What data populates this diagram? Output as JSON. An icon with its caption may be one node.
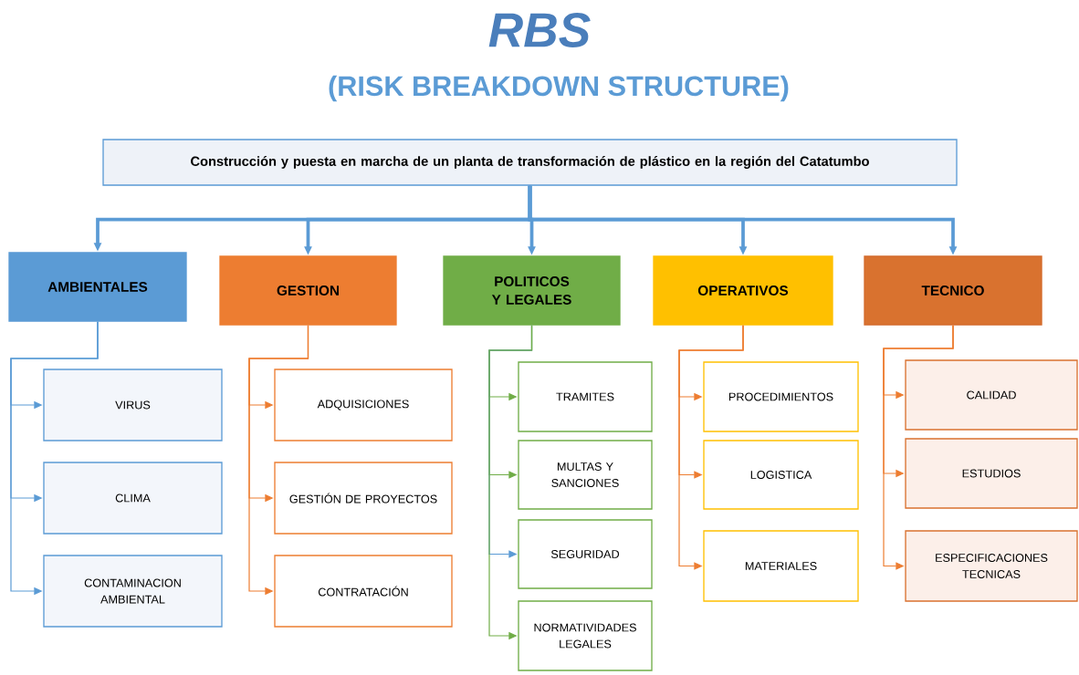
{
  "diagram": {
    "title": "RBS",
    "labels": [
      "(RISK BREAKDOWN STRUCTURE)"
    ],
    "nodes": [
      {
        "text": [
          "Construcción y puesta en marcha de un planta de transformación de plástico en la región del Catatumbo"
        ]
      },
      {
        "text": [
          "AMBIENTALES"
        ]
      },
      {
        "text": [
          "GESTION"
        ]
      },
      {
        "text": [
          "POLITICOS Y LEGALES"
        ]
      },
      {
        "text": [
          "OPERATIVOS"
        ]
      },
      {
        "text": [
          "TECNICO"
        ]
      },
      {
        "text": [
          "VIRUS"
        ]
      },
      {
        "text": [
          "CLIMA"
        ]
      },
      {
        "text": [
          "CONTAMINACION AMBIENTAL"
        ]
      },
      {
        "text": [
          "ADQUISICIONES"
        ]
      },
      {
        "text": [
          "GESTIÓN DE PROYECTOS"
        ]
      },
      {
        "text": [
          "CONTRATACIÓN"
        ]
      },
      {
        "text": [
          "TRAMITES"
        ]
      },
      {
        "text": [
          "MULTAS Y SANCIONES"
        ]
      },
      {
        "text": [
          "SEGURIDAD"
        ]
      },
      {
        "text": [
          "NORMATIVIDADES LEGALES"
        ]
      },
      {
        "text": [
          "PROCEDIMIENTOS"
        ]
      },
      {
        "text": [
          "LOGISTICA"
        ]
      },
      {
        "text": [
          "MATERIALES"
        ]
      },
      {
        "text": [
          "CALIDAD"
        ]
      },
      {
        "text": [
          "ESTUDIOS"
        ]
      },
      {
        "text": [
          "ESPECIFICACIONES TECNICAS"
        ]
      }
    ],
    "edges": [
      {
        "from": 0,
        "to": 1,
        "arrow": "to",
        "style": "thick",
        "color": "#5b9bd5"
      },
      {
        "from": 0,
        "to": 2,
        "arrow": "to",
        "style": "thick",
        "color": "#5b9bd5"
      },
      {
        "from": 0,
        "to": 3,
        "arrow": "to",
        "style": "thick",
        "color": "#5b9bd5"
      },
      {
        "from": 0,
        "to": 4,
        "arrow": "to",
        "style": "thick",
        "color": "#5b9bd5"
      },
      {
        "from": 0,
        "to": 5,
        "arrow": "to",
        "style": "thick",
        "color": "#5b9bd5"
      },
      {
        "from": 1,
        "to": 6,
        "arrow": "to",
        "color": "#5b9bd5"
      },
      {
        "from": 1,
        "to": 7,
        "arrow": "to",
        "color": "#5b9bd5"
      },
      {
        "from": 1,
        "to": 8,
        "arrow": "to",
        "color": "#5b9bd5"
      },
      {
        "from": 2,
        "to": 9,
        "arrow": "to",
        "color": "#ed7d31"
      },
      {
        "from": 2,
        "to": 10,
        "arrow": "to",
        "color": "#ed7d31"
      },
      {
        "from": 2,
        "to": 11,
        "arrow": "to",
        "color": "#ed7d31"
      },
      {
        "from": 3,
        "to": 12,
        "arrow": "to",
        "color": "#70ad47"
      },
      {
        "from": 3,
        "to": 13,
        "arrow": "to",
        "color": "#70ad47"
      },
      {
        "from": 3,
        "to": 14,
        "arrow": "to",
        "color": "#5b9bd5"
      },
      {
        "from": 3,
        "to": 15,
        "arrow": "to",
        "color": "#70ad47"
      },
      {
        "from": 4,
        "to": 16,
        "arrow": "to",
        "color": "#ed7d31"
      },
      {
        "from": 4,
        "to": 17,
        "arrow": "to",
        "color": "#ed7d31"
      },
      {
        "from": 4,
        "to": 18,
        "arrow": "to",
        "color": "#ed7d31"
      },
      {
        "from": 5,
        "to": 19,
        "arrow": "to",
        "color": "#ed7d31"
      },
      {
        "from": 5,
        "to": 20,
        "arrow": "to",
        "color": "#ed7d31"
      },
      {
        "from": 5,
        "to": 21,
        "arrow": "to",
        "color": "#ed7d31"
      }
    ]
  }
}
